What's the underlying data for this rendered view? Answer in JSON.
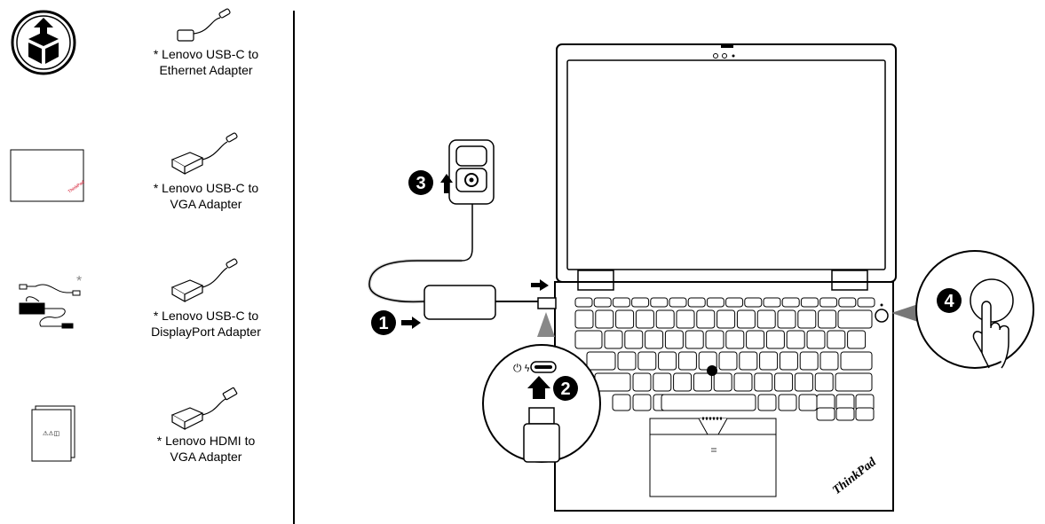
{
  "adapters": [
    {
      "line1": "* Lenovo USB-C to",
      "line2": "Ethernet Adapter"
    },
    {
      "line1": "* Lenovo USB-C to",
      "line2": "VGA Adapter"
    },
    {
      "line1": "* Lenovo USB-C to",
      "line2": "DisplayPort Adapter"
    },
    {
      "line1": "* Lenovo HDMI to",
      "line2": "VGA Adapter"
    }
  ],
  "accessory_asterisk": "*",
  "steps": [
    "1",
    "2",
    "3",
    "4"
  ],
  "brand": "ThinkPad",
  "cloth_logo": "ThinkPad",
  "manual_symbols": "⚠⚠◫",
  "colors": {
    "line": "#000000",
    "pointer": "#555555",
    "trackpoint": "#d0021b"
  }
}
